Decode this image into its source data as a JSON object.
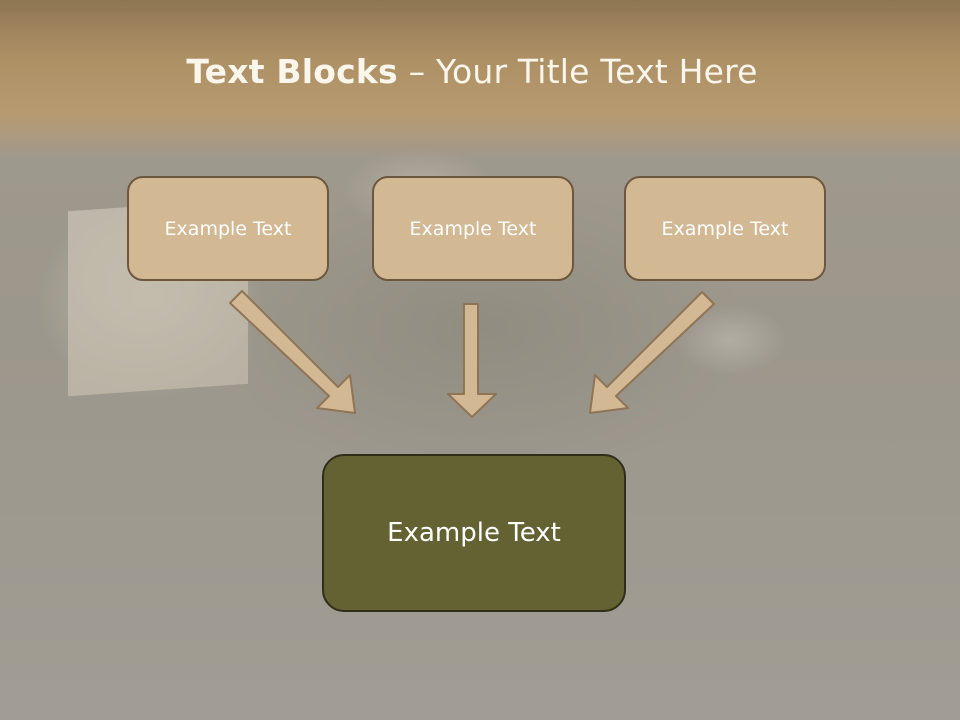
{
  "slide": {
    "title_bold": "Text Blocks",
    "title_dash": " – ",
    "title_rest": "Your Title Text Here",
    "blocks": [
      {
        "label": "Example Text"
      },
      {
        "label": "Example Text"
      },
      {
        "label": "Example Text"
      }
    ],
    "main_block": {
      "label": "Example Text"
    }
  },
  "colors": {
    "title_band": "#ad8f64",
    "block_fill": "#d2b993",
    "block_border": "#6e573f",
    "main_fill": "#646133",
    "arrow_fill": "#d2b993"
  }
}
